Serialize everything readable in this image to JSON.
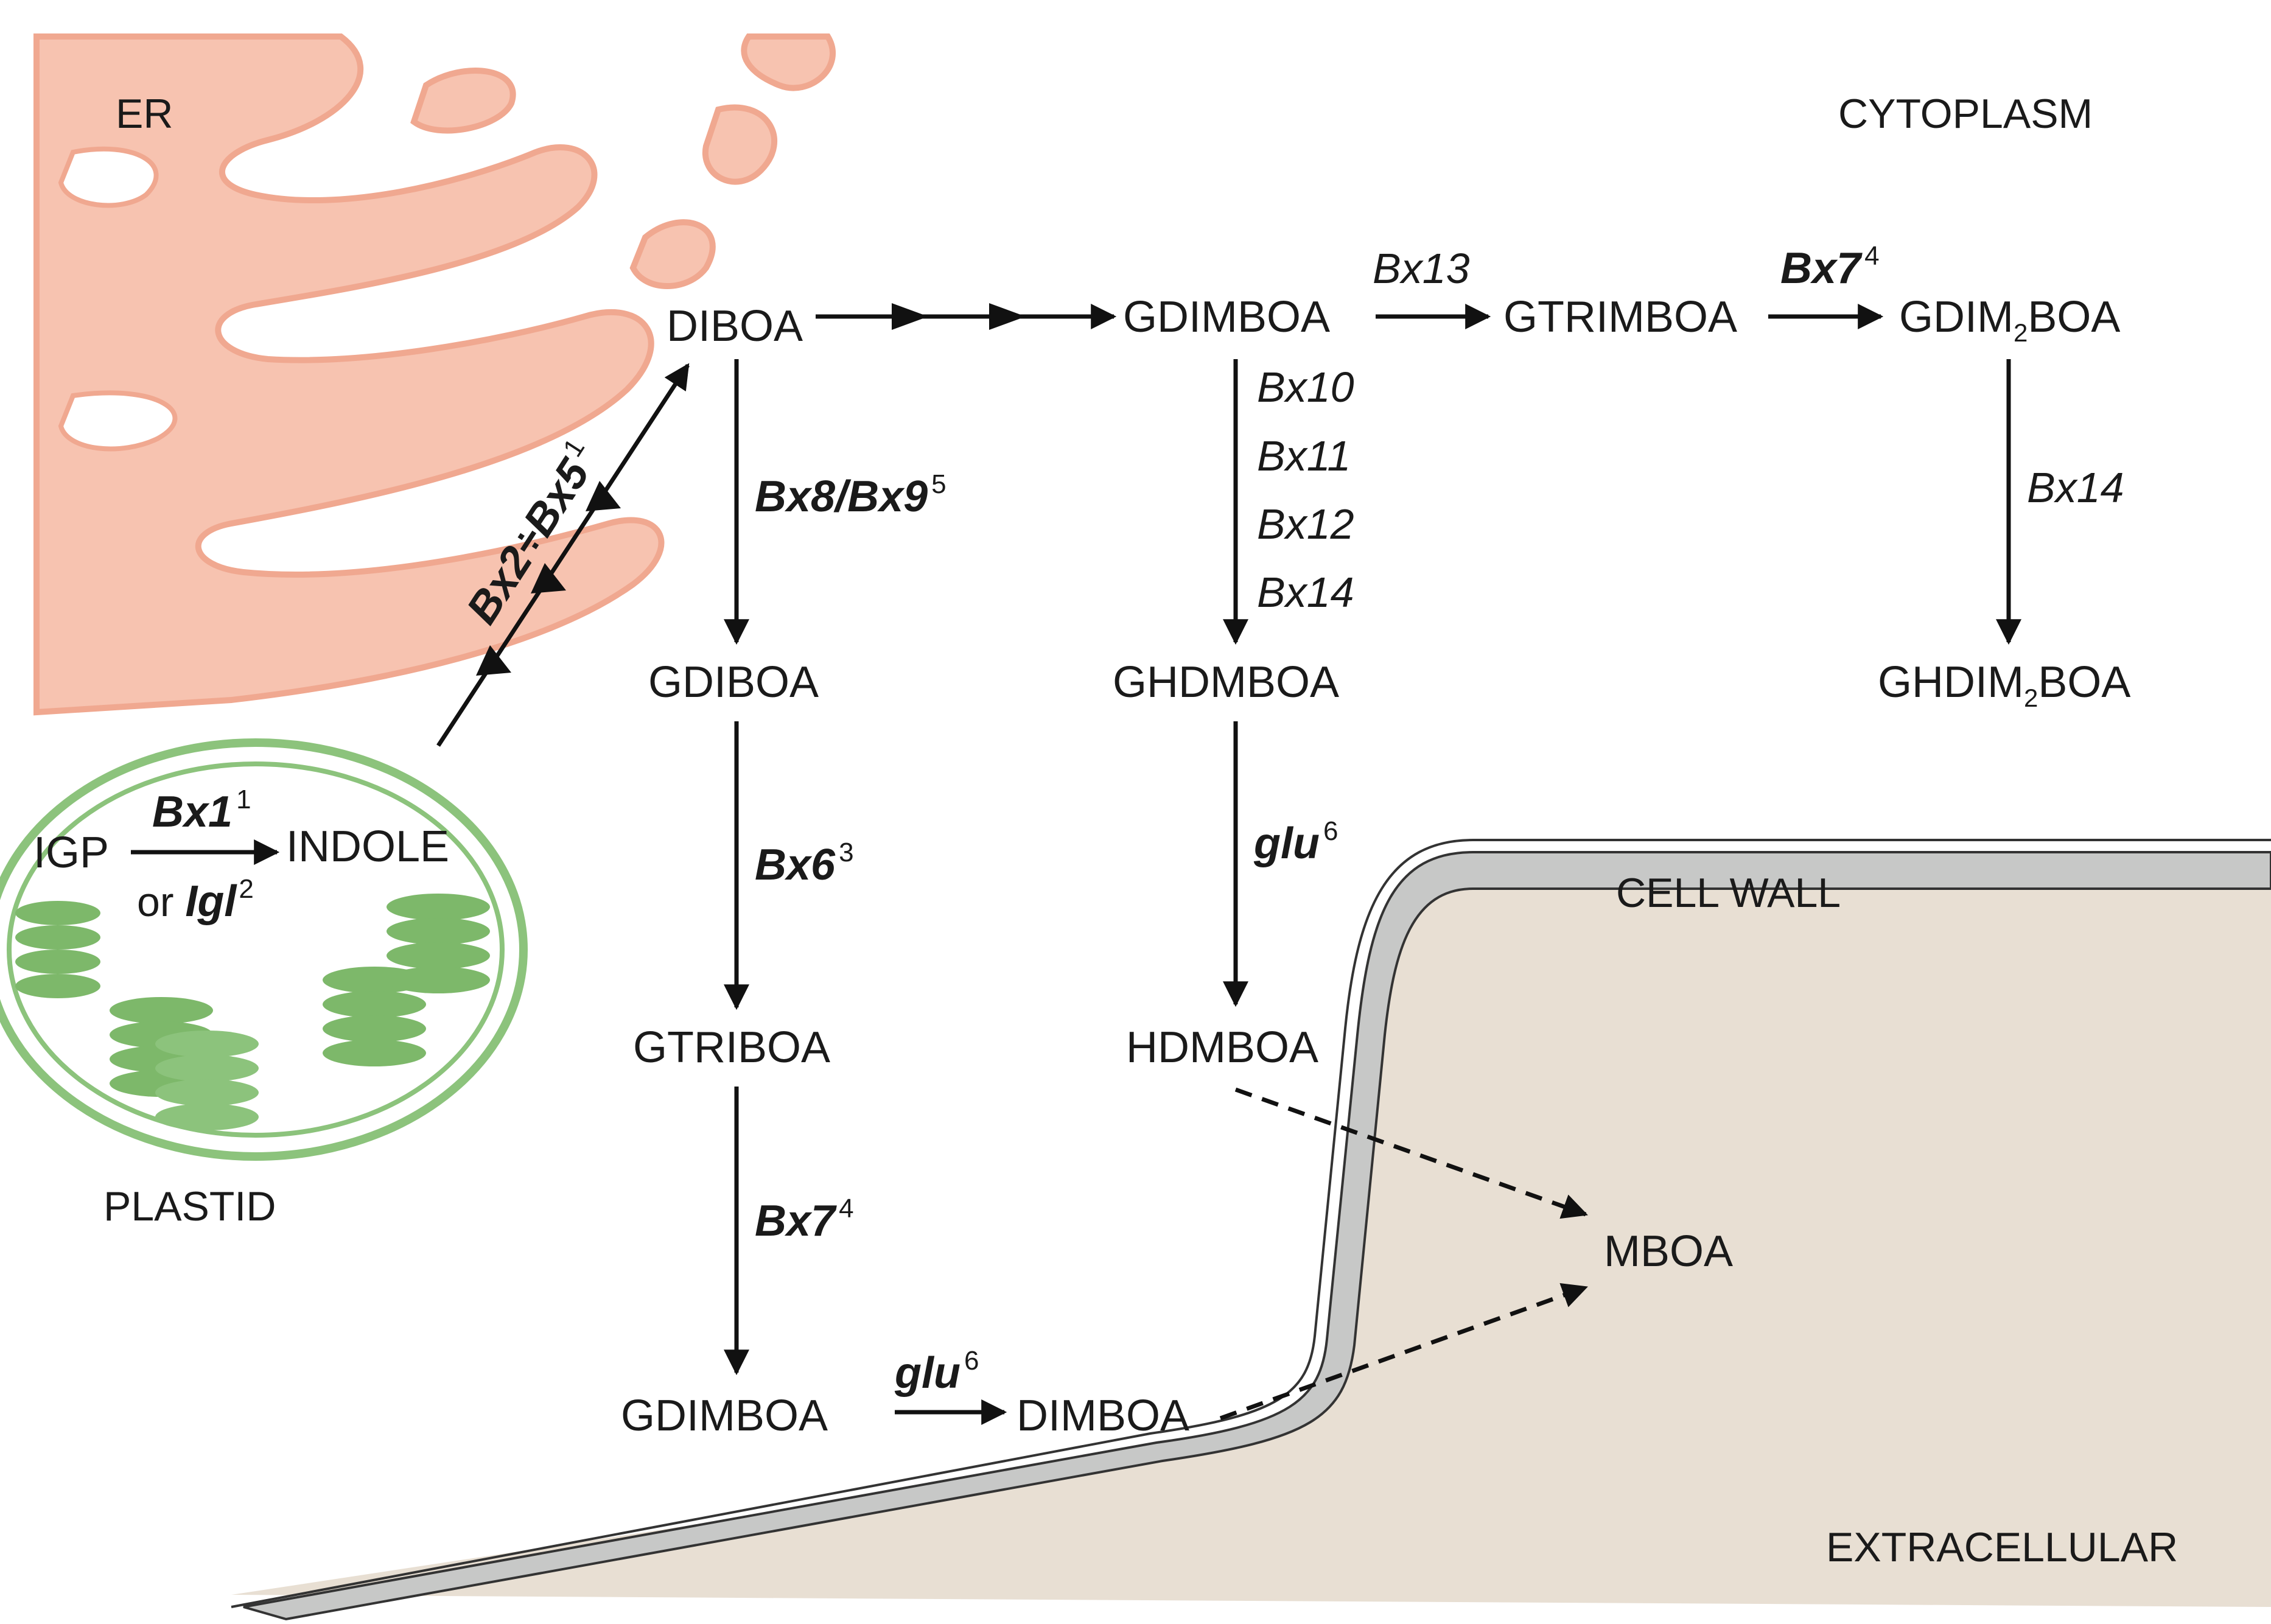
{
  "regions": {
    "er": "ER",
    "cytoplasm": "CYTOPLASM",
    "plastid": "PLASTID",
    "cell_wall": "CELL WALL",
    "extracellular": "EXTRACELLULAR"
  },
  "compounds": {
    "igp": "IGP",
    "indole": "INDOLE",
    "diboa": "DIBOA",
    "gdimboa_top": "GDIMBOA",
    "gtrimboa": "GTRIMBOA",
    "gdim2boa_a": "GDIM",
    "gdim2boa_sub": "2",
    "gdim2boa_b": "BOA",
    "gdiboa": "GDIBOA",
    "ghdmboa": "GHDMBOA",
    "ghdim2boa_a": "GHDIM",
    "ghdim2boa_sub": "2",
    "ghdim2boa_b": "BOA",
    "gtriboa": "GTRIBOA",
    "hdmboa": "HDMBOA",
    "mboa": "MBOA",
    "gdimboa_bottom": "GDIMBOA",
    "dimboa": "DIMBOA"
  },
  "enzymes": {
    "bx1": "Bx1",
    "bx1_sup": "1",
    "or_word": "or ",
    "igl": "Igl",
    "igl_sup": "2",
    "bx2_bx5": "Bx2÷Bx5",
    "bx2_bx5_sup": "1",
    "bx8_bx9": "Bx8/Bx9",
    "bx8_bx9_sup": "5",
    "bx6": "Bx6",
    "bx6_sup": "3",
    "bx7_left": "Bx7",
    "bx7_left_sup": "4",
    "glu_bottom": "glu",
    "glu_bottom_sup": "6",
    "bx10": "Bx10",
    "bx11": "Bx11",
    "bx12": "Bx12",
    "bx14_mid": "Bx14",
    "glu_mid": "glu",
    "glu_mid_sup": "6",
    "bx13": "Bx13",
    "bx7_top": "Bx7",
    "bx7_top_sup": "4",
    "bx14_right": "Bx14"
  },
  "colors": {
    "er": "#f7c3b0",
    "er_stroke": "#f0a890",
    "plastid": "#8cc37c",
    "thylakoid": "#7db86a",
    "cell_wall": "#c7c8c7",
    "extracellular": "#e8dfd3",
    "arrow": "#111111"
  }
}
